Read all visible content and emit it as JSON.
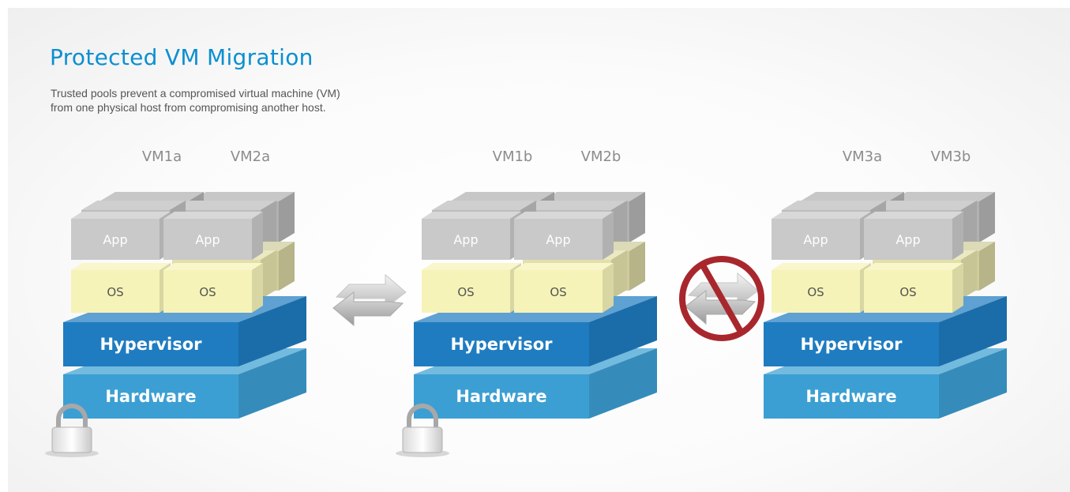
{
  "title": "Protected VM Migration",
  "subtitle": {
    "line1": "Trusted pools prevent a compromised virtual machine (VM)",
    "line2": "from one physical host from compromising another host."
  },
  "hosts": [
    {
      "vms": [
        "VM1a",
        "VM2a"
      ],
      "app": "App",
      "os": "OS",
      "hypervisor": "Hypervisor",
      "hardware": "Hardware",
      "locked": true
    },
    {
      "vms": [
        "VM1b",
        "VM2b"
      ],
      "app": "App",
      "os": "OS",
      "hypervisor": "Hypervisor",
      "hardware": "Hardware",
      "locked": true
    },
    {
      "vms": [
        "VM3a",
        "VM3b"
      ],
      "app": "App",
      "os": "OS",
      "hypervisor": "Hypervisor",
      "hardware": "Hardware",
      "locked": false
    }
  ],
  "migrations": [
    {
      "from": "host-1",
      "to": "host-2",
      "allowed": true,
      "icon": "bidirectional-arrow-icon"
    },
    {
      "from": "host-2",
      "to": "host-3",
      "allowed": false,
      "icon": "prohibited-icon"
    }
  ],
  "colors": {
    "title": "#0b8fd1",
    "app": "#c9c9c9",
    "os": "#f6f3b8",
    "hypervisor": "#1f7cc0",
    "hardware": "#3c9fd3",
    "prohibited": "#a8272d"
  }
}
